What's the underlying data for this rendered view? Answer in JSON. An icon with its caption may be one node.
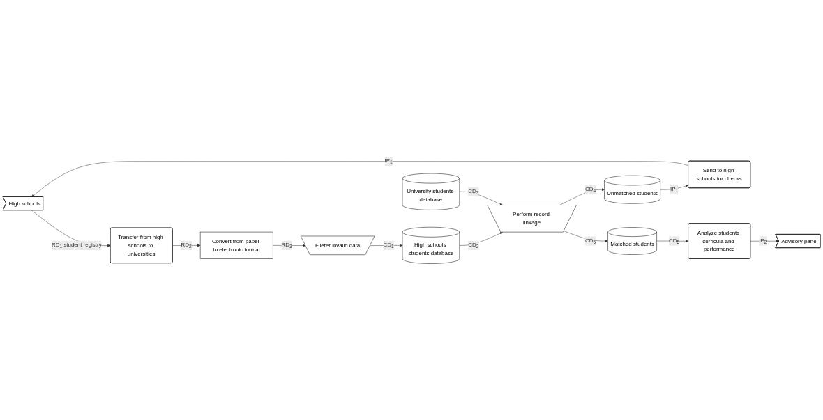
{
  "diagram": {
    "nodes": [
      {
        "text": [
          "High schools"
        ]
      },
      {
        "text": [
          "Transfer from high schools to universities"
        ]
      },
      {
        "text": [
          "Convert from paper to electronic format"
        ]
      },
      {
        "text": [
          "Fileter invalid data"
        ]
      },
      {
        "text": [
          "High schools students database"
        ]
      },
      {
        "text": [
          "Perform record linkage"
        ]
      },
      {
        "text": [
          "University students database"
        ]
      },
      {
        "text": [
          "Unmatched students"
        ]
      },
      {
        "text": [
          "Send to high schools for checks"
        ]
      },
      {
        "text": [
          "Matched students"
        ]
      },
      {
        "text": [
          "Analyze students curricula and performance"
        ]
      },
      {
        "text": [
          "Advisory panel"
        ]
      }
    ],
    "edges": [
      {
        "from": 0,
        "to": 1,
        "arrow": "to",
        "label": "RD$_{1}$ student registry"
      },
      {
        "from": 1,
        "to": 2,
        "arrow": "to",
        "label": "RD$_{2}$"
      },
      {
        "from": 2,
        "to": 3,
        "arrow": "to",
        "label": "RD$_{3}$"
      },
      {
        "from": 3,
        "to": 4,
        "arrow": "to",
        "label": "CD$_{1}$"
      },
      {
        "from": 4,
        "to": 5,
        "arrow": "to",
        "label": "CD$_{2}$"
      },
      {
        "from": 6,
        "to": 5,
        "arrow": "to",
        "label": "CD$_{3}$"
      },
      {
        "from": 5,
        "to": 7,
        "arrow": "to",
        "label": "CD$_{4}$"
      },
      {
        "from": 5,
        "to": 9,
        "arrow": "to",
        "label": "CD$_{5}$"
      },
      {
        "from": 7,
        "to": 8,
        "arrow": "to",
        "label": "IP$_{1}$"
      },
      {
        "from": 8,
        "to": 0,
        "arrow": "to",
        "label": "IP$_{1}$"
      },
      {
        "from": 9,
        "to": 10,
        "arrow": "to",
        "label": "CD$_{5}$"
      },
      {
        "from": 10,
        "to": 11,
        "arrow": "to",
        "label": "IP$_{2}$"
      }
    ]
  }
}
